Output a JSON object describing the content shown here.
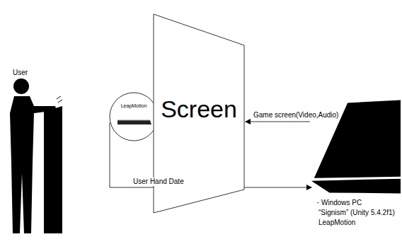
{
  "diagram": {
    "nodes": [
      {
        "text": [
          "LeapMotion"
        ]
      },
      {
        "text": [
          "Screen"
        ]
      },
      {
        "text": [
          "・Windows PC",
          "“Signism” (Unity 5.4.2f1)",
          "LeapMotion"
        ]
      }
    ],
    "edges": [
      {
        "from": 2,
        "to": 1,
        "label": "Game screen(Video,Audio)",
        "arrow": "to"
      },
      {
        "from": 0,
        "to": 2,
        "label": "User Hand Date",
        "arrow": "to"
      }
    ],
    "labels": [
      "User"
    ]
  }
}
